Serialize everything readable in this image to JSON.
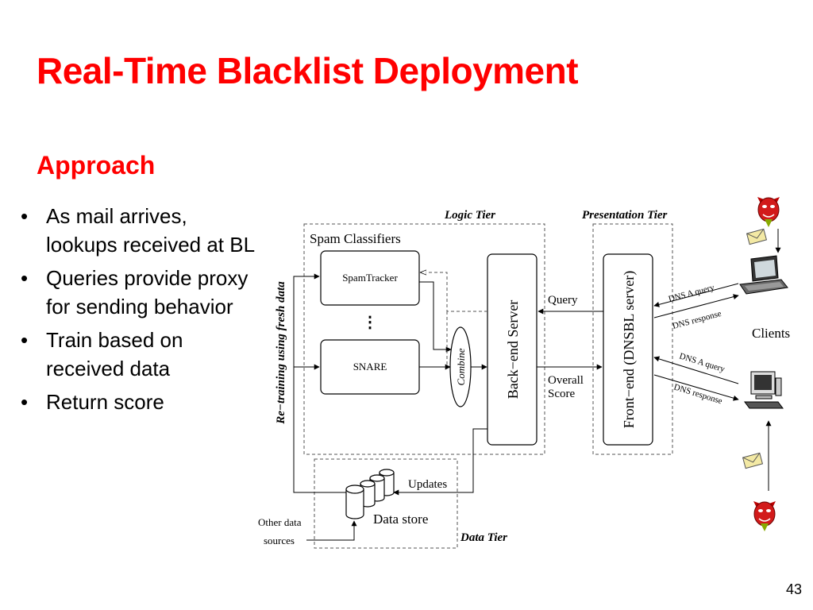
{
  "slide": {
    "title": "Real-Time Blacklist Deployment",
    "subtitle": "Approach",
    "page_number": "43",
    "accent_color": "#ff0000"
  },
  "bullets": [
    "As mail arrives, lookups received at BL",
    "Queries provide proxy for sending behavior",
    "Train based on received data",
    "Return score"
  ],
  "diagram": {
    "logic_tier": "Logic Tier",
    "presentation_tier": "Presentation Tier",
    "data_tier": "Data Tier",
    "spam_classifiers": "Spam Classifiers",
    "spamtracker": "SpamTracker",
    "ellipsis": "⋮",
    "snare": "SNARE",
    "combine": "Combine",
    "backend": "Back−end Server",
    "frontend": "Front−end (DNSBL server)",
    "query": "Query",
    "overall": "Overall",
    "score": "Score",
    "updates": "Updates",
    "data_store": "Data store",
    "other_data": "Other data",
    "sources": "sources",
    "retraining": "Re−training using fresh data",
    "dns_a_query_1": "DNS A query",
    "dns_response_1": "DNS response",
    "dns_a_query_2": "DNS A query",
    "dns_response_2": "DNS response",
    "clients": "Clients",
    "icons": [
      "devil-spammer-icon",
      "envelope-icon",
      "laptop-icon",
      "desktop-computer-icon",
      "envelope-icon",
      "devil-spammer-icon"
    ]
  }
}
